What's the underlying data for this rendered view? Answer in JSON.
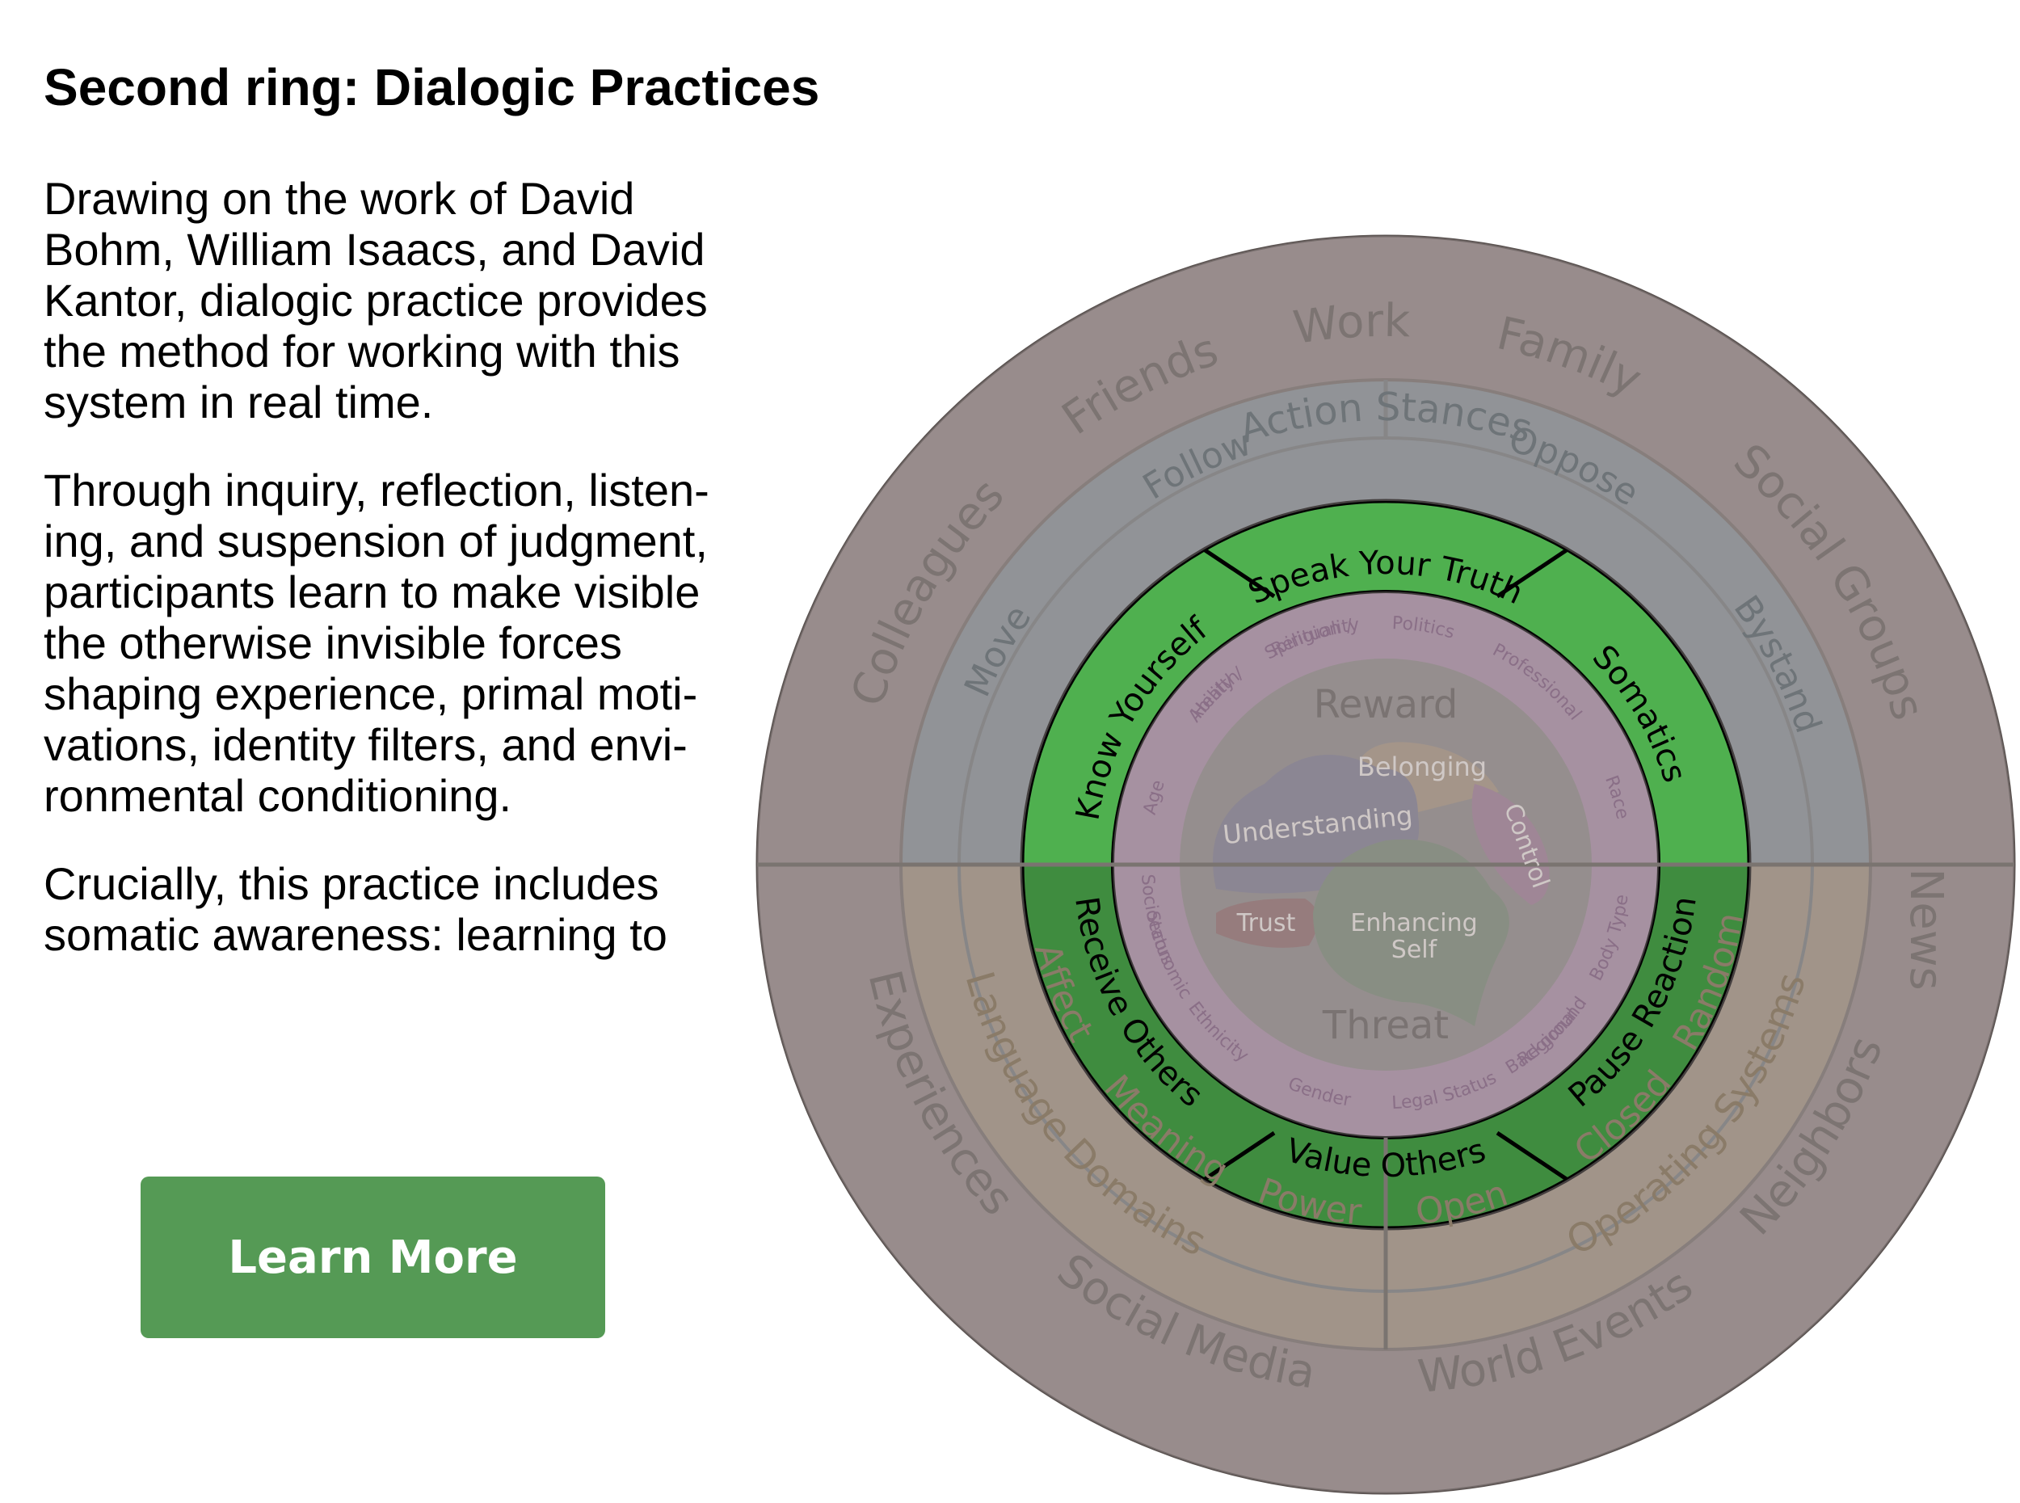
{
  "title": "Second ring: Dialogic Practices",
  "paragraphs": [
    "Drawing on the work of David\nBohm, William Isaacs, and David\nKantor, dialogic practice provides\nthe method for working with this\nsystem in real time.",
    "Through inquiry, reflection, listen-\ning, and suspension of judgment,\nparticipants learn to make visible\nthe otherwise invisible forces\nshaping experience, primal moti-\nvations, identity filters, and envi-\nronmental conditioning.",
    "Crucially, this practice includes\nsomatic awareness: learning to"
  ],
  "button": {
    "label": "Learn More",
    "color": "#559a55"
  },
  "colors": {
    "outer_ring": "#9a8d8c",
    "stance_top": "#8c9aa0",
    "stance_bottom": "#a99b87",
    "practice_light": "#4fb04f",
    "practice_dark": "#3f8c3f",
    "identity_ring": "#aa8fa8",
    "core": "#8f8a89",
    "faded_text": "#7c7472"
  },
  "diagram": {
    "outer_labels": [
      "Work",
      "Family",
      "Social Groups",
      "News",
      "Neighbors",
      "World Events",
      "Social Media",
      "Experiences",
      "Colleagues",
      "Friends"
    ],
    "stances_title": "Action Stances",
    "stances": [
      "Follow",
      "Oppose",
      "Bystand",
      "Move"
    ],
    "domains_title": "Language Domains",
    "domains": [
      "Affect",
      "Meaning",
      "Power"
    ],
    "systems_title": "Operating Systems",
    "systems": [
      "Open",
      "Closed",
      "Random"
    ],
    "practices": [
      "Speak Your Truth",
      "Somatics",
      "Pause Reaction",
      "Value Others",
      "Receive Others",
      "Know Yourself"
    ],
    "identity": [
      "Religion /",
      "Spirituality",
      "Politics",
      "Professional",
      "Race",
      "Body Type",
      "Regional",
      "Background",
      "Legal Status",
      "Gender",
      "Ethnicity",
      "Socioeconomic",
      "Status",
      "Age",
      "Ability /",
      "Health"
    ],
    "core": {
      "reward": "Reward",
      "threat": "Threat",
      "belonging": "Belonging",
      "understanding": "Understanding",
      "control": "Control",
      "trust": "Trust",
      "enhancing": "Enhancing",
      "self": "Self"
    }
  }
}
